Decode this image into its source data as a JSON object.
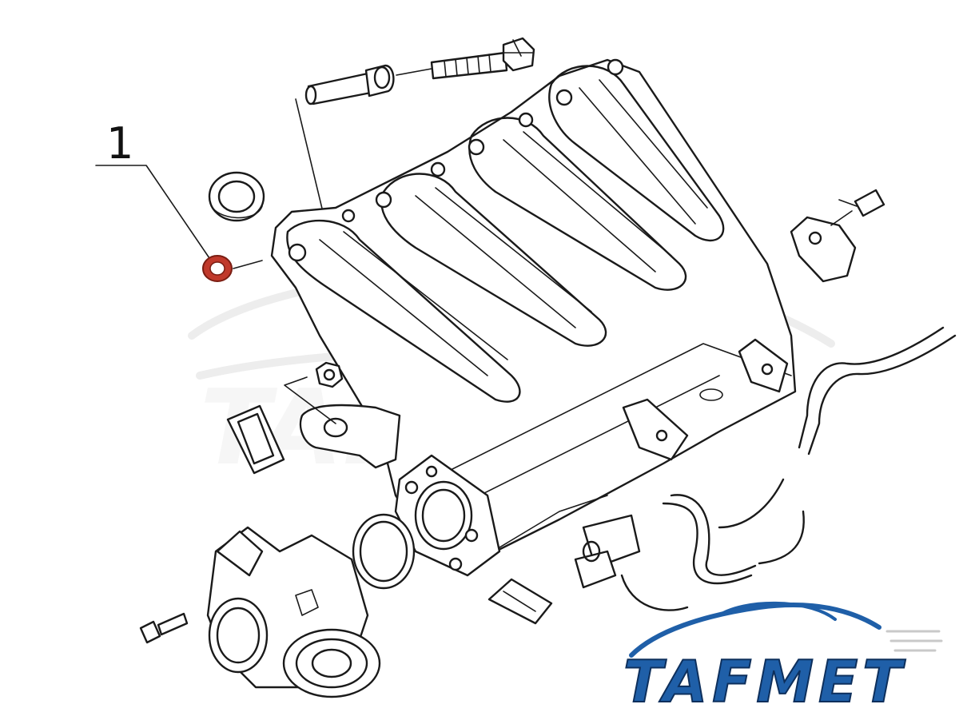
{
  "diagram": {
    "callouts": [
      {
        "number": "1",
        "part": "seal-ring",
        "highlight_color": "#c0392b"
      }
    ]
  },
  "brand": {
    "logo_text": "TAFMET",
    "colors": {
      "primary": "#1f5fa8",
      "secondary": "#7fb3e6",
      "watermark": "#e6e6e6"
    }
  },
  "colors": {
    "line": "#1a1a1a",
    "background": "#ffffff",
    "highlight": "#c0392b"
  }
}
